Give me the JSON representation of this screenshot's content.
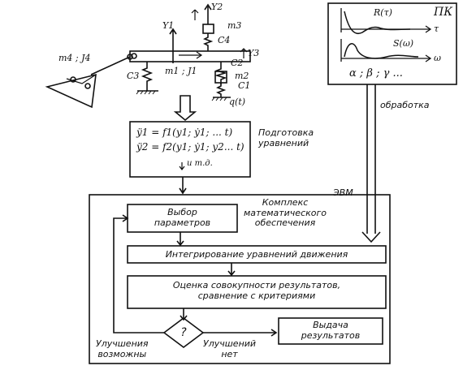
{
  "mechanism": {
    "m4_j4": "m4 ; J4",
    "m1_j1": "m1 ; J1",
    "m2": "m2",
    "m3": "m3",
    "c1": "C1",
    "c2": "C2",
    "c3": "C3",
    "c4": "C4",
    "y1": "Y1",
    "y2": "Y2",
    "y3": "Y3",
    "force": "q(t)"
  },
  "equations": {
    "line1": "ÿ1 = f1(y1; ẏ1; ... t)",
    "line2": "ÿ2 = f2(y1; ẏ1; y2... t)",
    "etc": "и т.д."
  },
  "labels": {
    "prep": "Подготовка\nуравнений",
    "pk": "ПК",
    "r_tau": "R(τ)",
    "tau": "τ",
    "s_omega": "S(ω)",
    "omega": "ω",
    "params": "α ; β ; γ ...",
    "processing": "обработка",
    "computer": "ЭВМ",
    "complex": "Комплекс\nматематического\nобеспечения"
  },
  "flow": {
    "choose_params": "Выбор\nпараметров",
    "integrate": "Интегрирование уравнений движения",
    "evaluate": "Оценка совокупности результатов,\nсравнение с критериями",
    "decision": "?",
    "output": "Выдача\nрезультатов",
    "improve_possible": "Улучшения\nвозможны",
    "improve_none": "Улучшений\nнет"
  }
}
